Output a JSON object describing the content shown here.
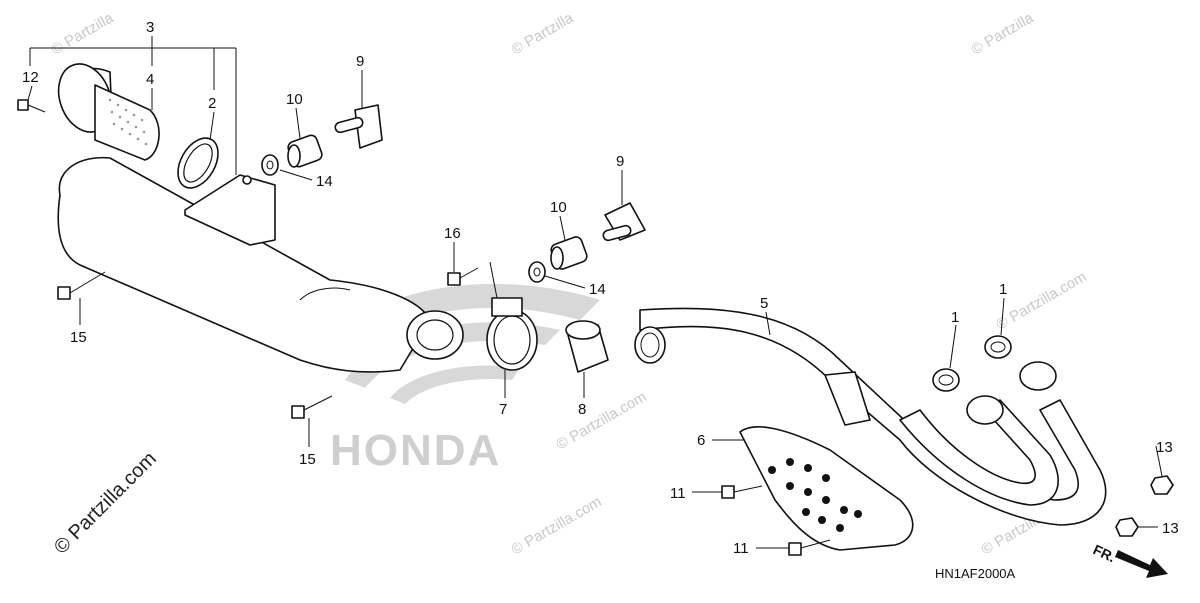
{
  "diagram": {
    "code": "HN1AF2000A",
    "front_mark": "FR.",
    "logo_text": "HONDA",
    "watermarks": [
      "© Partzilla",
      "© Partzilla",
      "© Partzilla",
      "© Partzilla.com",
      "© Partzilla.com",
      "© Partzilla.com",
      "© Partzilla.com"
    ],
    "side_watermark": "© Partzilla.com"
  },
  "callouts": {
    "c1a": "1",
    "c1b": "1",
    "c2": "2",
    "c3": "3",
    "c4": "4",
    "c5": "5",
    "c6": "6",
    "c7": "7",
    "c8": "8",
    "c9a": "9",
    "c9b": "9",
    "c10a": "10",
    "c10b": "10",
    "c11a": "11",
    "c11b": "11",
    "c12": "12",
    "c13a": "13",
    "c13b": "13",
    "c14a": "14",
    "c14b": "14",
    "c15a": "15",
    "c15b": "15",
    "c16": "16"
  },
  "colors": {
    "line": "#111111",
    "watermark": "#c9c9c9",
    "shade": "#d8d8d8",
    "mesh": "#9a9a9a"
  }
}
